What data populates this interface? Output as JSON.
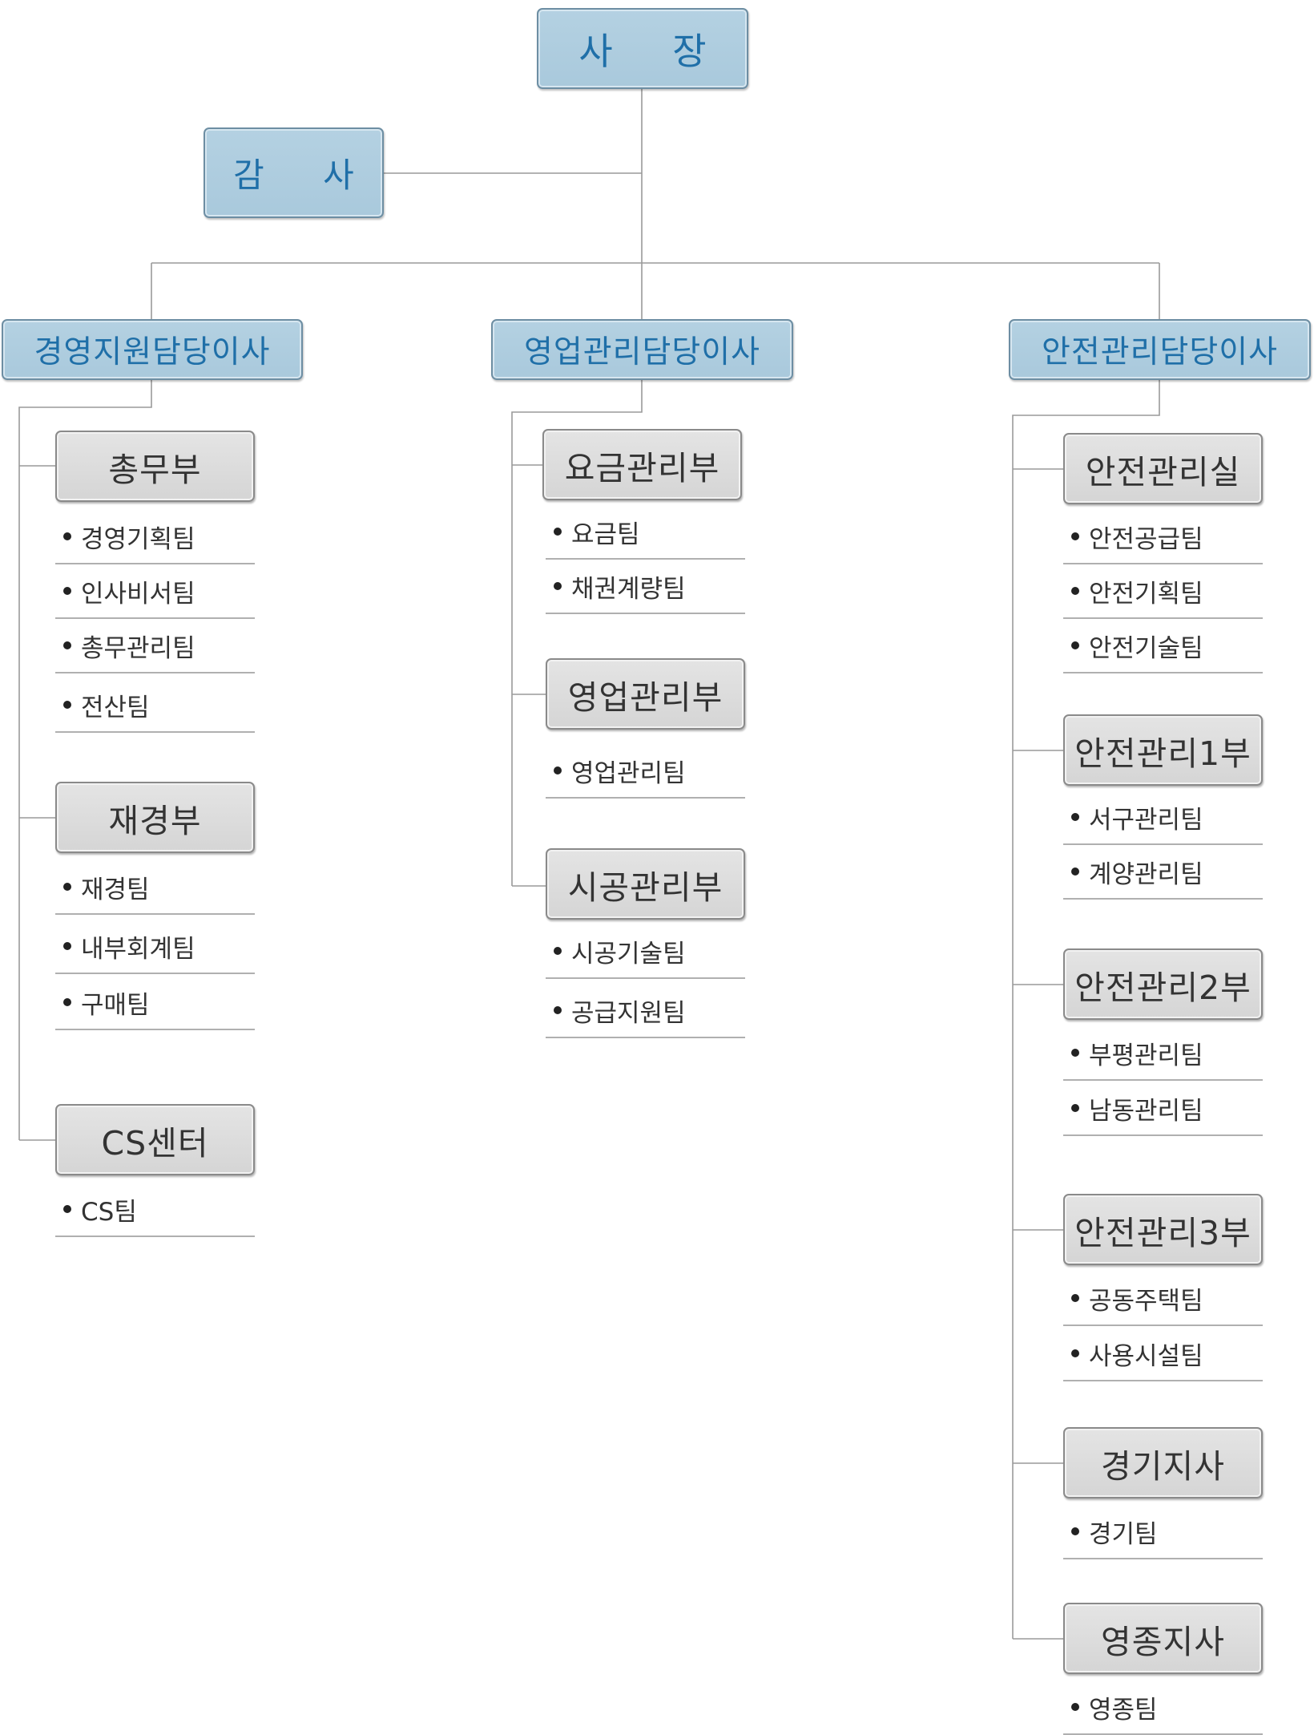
{
  "ceo": "사  장",
  "auditor": "감  사",
  "executives": {
    "management": {
      "title": "경영지원담당이사",
      "departments": [
        {
          "name": "총무부",
          "teams": [
            "경영기획팀",
            "인사비서팀",
            "총무관리팀",
            "전산팀"
          ]
        },
        {
          "name": "재경부",
          "teams": [
            "재경팀",
            "내부회계팀",
            "구매팀"
          ]
        },
        {
          "name": "CS센터",
          "teams": [
            "CS팀"
          ]
        }
      ]
    },
    "sales": {
      "title": "영업관리담당이사",
      "departments": [
        {
          "name": "요금관리부",
          "teams": [
            "요금팀",
            "채권계량팀"
          ]
        },
        {
          "name": "영업관리부",
          "teams": [
            "영업관리팀"
          ]
        },
        {
          "name": "시공관리부",
          "teams": [
            "시공기술팀",
            "공급지원팀"
          ]
        }
      ]
    },
    "safety": {
      "title": "안전관리담당이사",
      "departments": [
        {
          "name": "안전관리실",
          "teams": [
            "안전공급팀",
            "안전기획팀",
            "안전기술팀"
          ]
        },
        {
          "name": "안전관리1부",
          "teams": [
            "서구관리팀",
            "계양관리팀"
          ]
        },
        {
          "name": "안전관리2부",
          "teams": [
            "부평관리팀",
            "남동관리팀"
          ]
        },
        {
          "name": "안전관리3부",
          "teams": [
            "공동주택팀",
            "사용시설팀"
          ]
        },
        {
          "name": "경기지사",
          "teams": [
            "경기팀"
          ]
        },
        {
          "name": "영종지사",
          "teams": [
            "영종팀"
          ]
        }
      ]
    }
  }
}
